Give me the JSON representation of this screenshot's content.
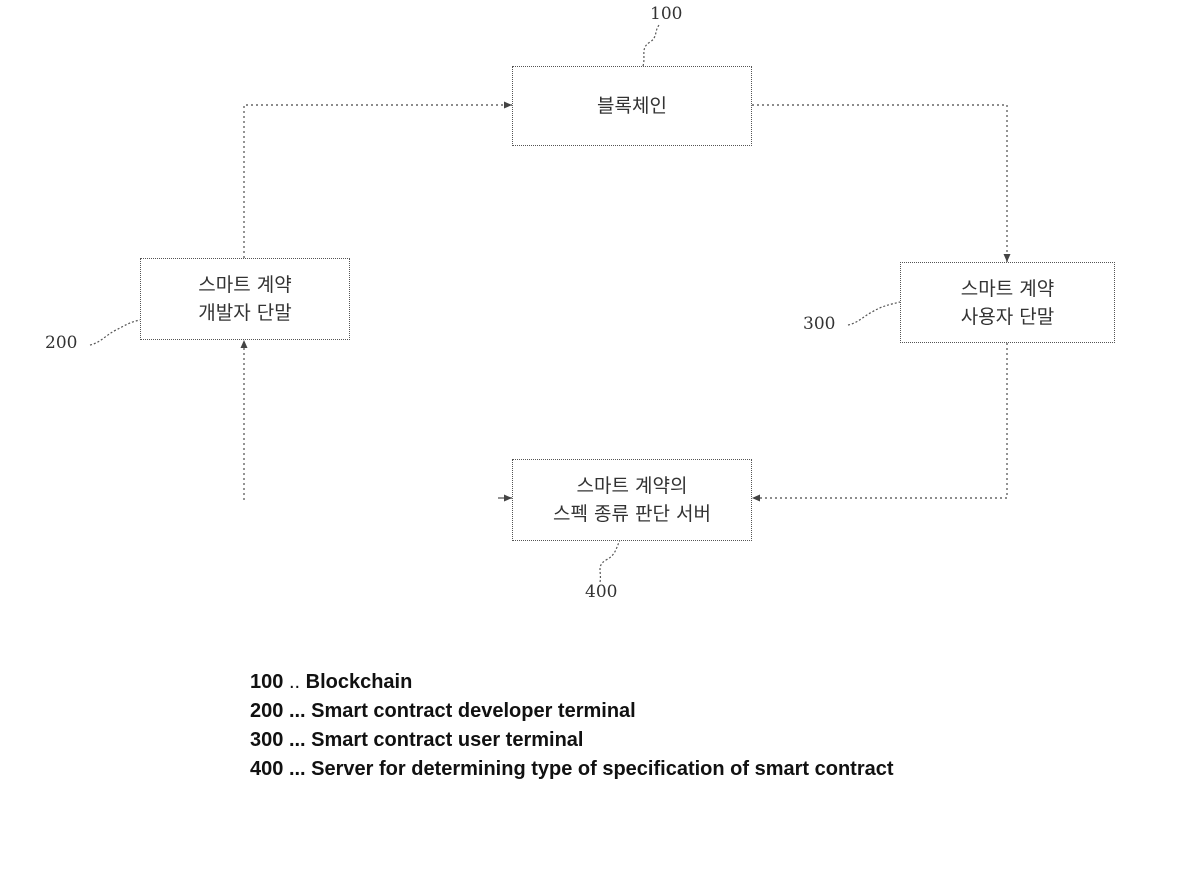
{
  "nodes": {
    "blockchain": {
      "ref": "100",
      "lines": [
        "블록체인"
      ]
    },
    "developer": {
      "ref": "200",
      "lines": [
        "스마트 계약",
        "개발자 단말"
      ]
    },
    "user": {
      "ref": "300",
      "lines": [
        "스마트 계약",
        "사용자 단말"
      ]
    },
    "server": {
      "ref": "400",
      "lines": [
        "스마트 계약의",
        "스펙 종류 판단 서버"
      ]
    }
  },
  "legend": [
    {
      "ref": "100",
      "sep": "..",
      "text": "Blockchain"
    },
    {
      "ref": "200",
      "sep": "...",
      "text": "Smart contract developer terminal"
    },
    {
      "ref": "300",
      "sep": "...",
      "text": "Smart contract user terminal"
    },
    {
      "ref": "400",
      "sep": "...",
      "text": "Server for determining type of specification of smart contract"
    }
  ]
}
